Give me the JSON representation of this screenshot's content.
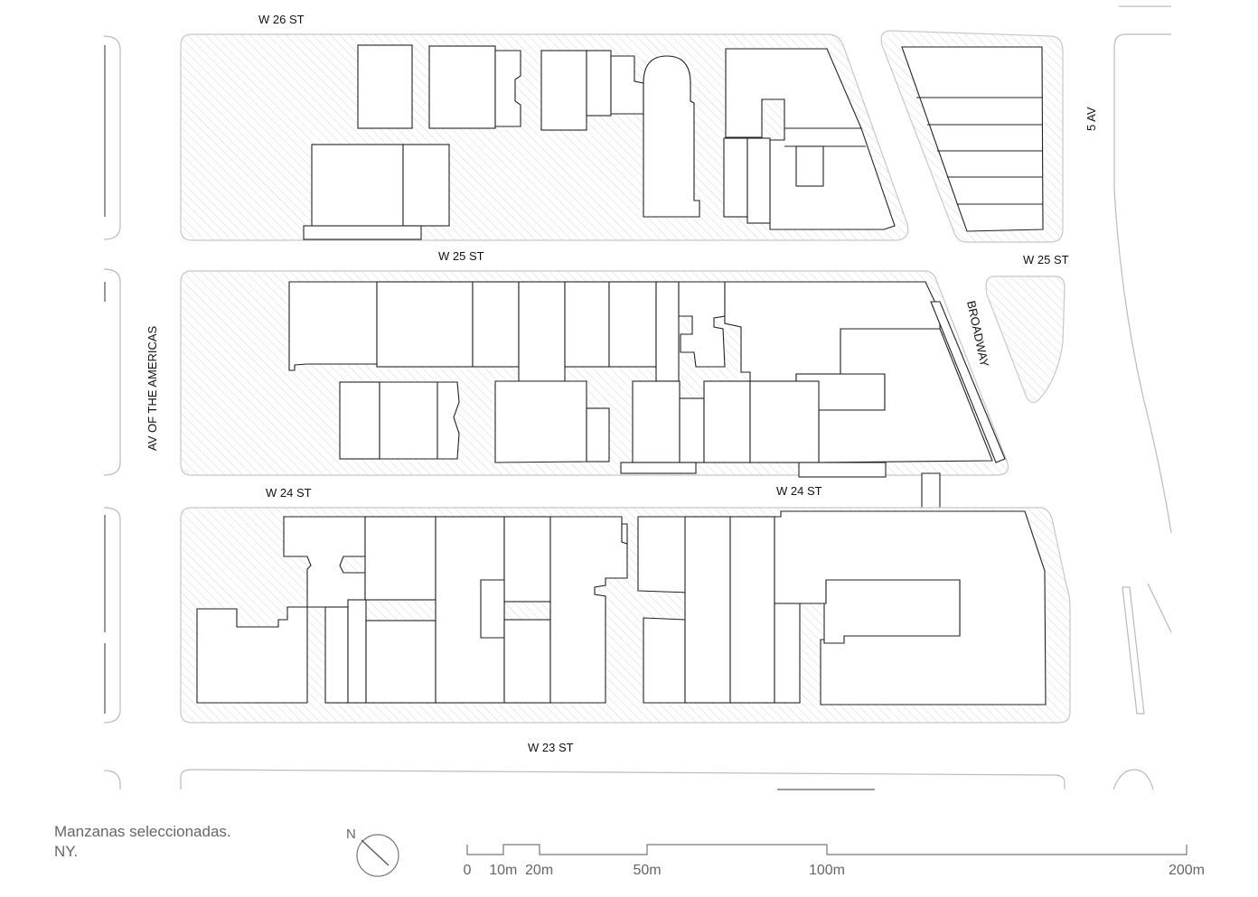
{
  "streets": {
    "w26": "W 26 ST",
    "w25_left": "W 25 ST",
    "w25_right": "W 25 ST",
    "w24_left": "W 24 ST",
    "w24_right": "W 24 ST",
    "w23": "W 23 ST",
    "av_americas": "AV OF THE AMERICAS",
    "broadway": "BROADWAY",
    "fifth_av": "5 AV"
  },
  "caption": {
    "line1": "Manzanas seleccionadas.",
    "line2": "NY."
  },
  "north": {
    "label": "N"
  },
  "scale_bar": {
    "ticks": [
      {
        "meters": 0,
        "label": "0"
      },
      {
        "meters": 10,
        "label": "10m"
      },
      {
        "meters": 20,
        "label": "20m"
      },
      {
        "meters": 50,
        "label": "50m"
      },
      {
        "meters": 100,
        "label": "100m"
      },
      {
        "meters": 200,
        "label": "200m"
      }
    ]
  },
  "colors": {
    "building_outline": "#222222",
    "block_hatch": "#cfcfcf",
    "curb": "#bbbbbb",
    "caption_text": "#666666"
  }
}
